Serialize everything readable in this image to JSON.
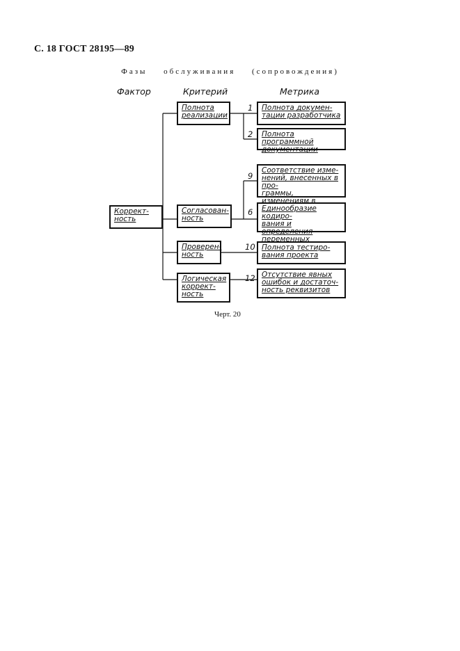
{
  "page": {
    "header": "С. 18 ГОСТ 28195—89",
    "subtitle": "Фазы обслуживания (сопровождения)",
    "caption": "Черт. 20"
  },
  "columns": {
    "factor": "Фактор",
    "criterion": "Критерий",
    "metric": "Метрика"
  },
  "factor": {
    "label": "Коррект-\nность"
  },
  "criteria": [
    {
      "label": "Полнота\nреализации"
    },
    {
      "label": "Согласован-\nность"
    },
    {
      "label": "Проверен-\nность"
    },
    {
      "label": "Логическая\nкоррект-\nность"
    }
  ],
  "metrics": [
    {
      "number": "1",
      "label": "Полнота докумен-\nтации разработчика"
    },
    {
      "number": "2",
      "label": "Полнота программной\nдокументации"
    },
    {
      "number": "9",
      "label": "Соответствие изме-\nнений, внесенных в про-\nграммы, изменениям в\nдокументации"
    },
    {
      "number": "6",
      "label": "Единообразие кодиро-\nвания и определения\nпеременных"
    },
    {
      "number": "10",
      "label": "Полнота тестиро-\nвания проекта"
    },
    {
      "number": "12",
      "label": "Отсутствие явных\nошибок и достаточ-\nность реквизитов"
    }
  ]
}
